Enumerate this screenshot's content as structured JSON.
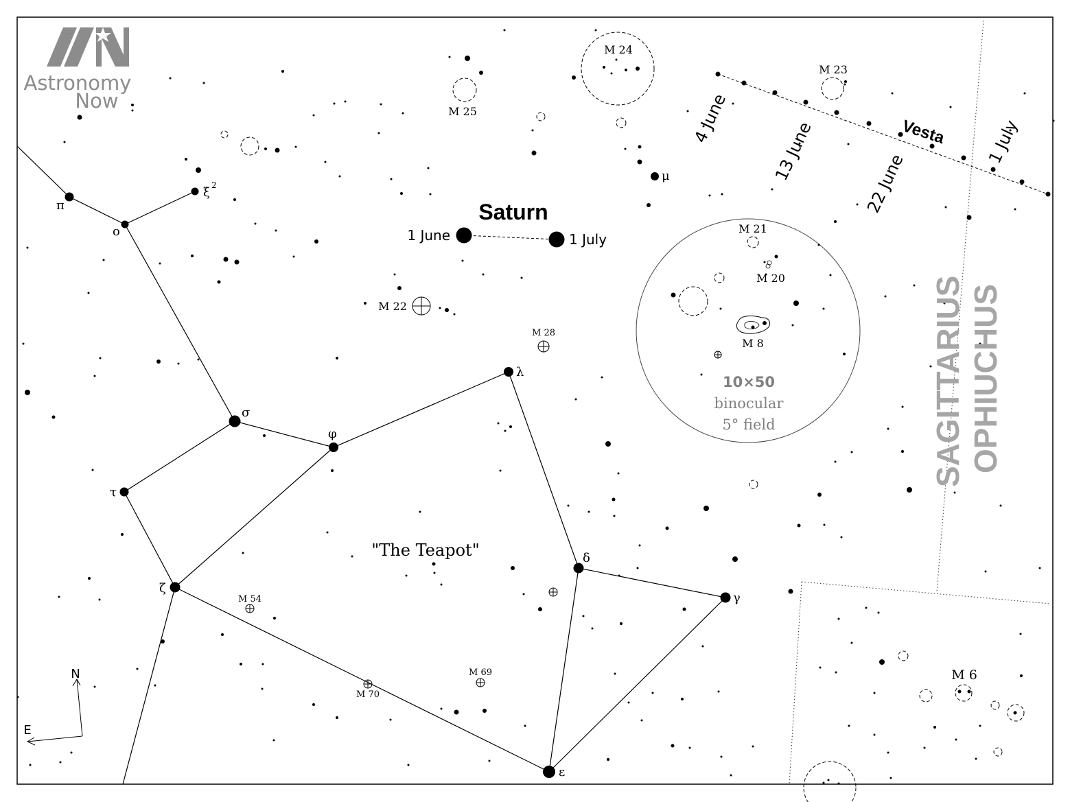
{
  "logo": {
    "text_line1": "Astronomy",
    "text_line2": "Now",
    "color": "#8c8c8c"
  },
  "planets": {
    "saturn": {
      "name": "Saturn",
      "start_label": "1 June",
      "end_label": "1 July"
    },
    "vesta": {
      "name": "Vesta",
      "dates": [
        "4 June",
        "13 June",
        "22 June",
        "1 July"
      ]
    }
  },
  "asterism": {
    "name": "\"The Teapot\""
  },
  "constellations": {
    "primary": "SAGITTARIUS",
    "secondary": "OPHIUCHUS",
    "color": "#a6a6a6"
  },
  "binocular_field": {
    "line1": "10×50",
    "line2": "binocular",
    "line3": "5° field",
    "color": "#808080"
  },
  "compass": {
    "north": "N",
    "east": "E"
  },
  "stars": {
    "pi": "π",
    "omicron": "o",
    "xi2": "ξ",
    "xi2_sup": "2",
    "sigma": "σ",
    "phi": "φ",
    "tau": "τ",
    "zeta": "ζ",
    "lambda": "λ",
    "delta": "δ",
    "gamma": "γ",
    "epsilon": "ε",
    "mu": "μ"
  },
  "messier": {
    "m24": "M 24",
    "m25": "M 25",
    "m23": "M 23",
    "m21": "M 21",
    "m20": "M 20",
    "m8": "M 8",
    "m22": "M 22",
    "m28": "M 28",
    "m54": "M 54",
    "m69": "M 69",
    "m70": "M 70",
    "m6": "M 6"
  }
}
